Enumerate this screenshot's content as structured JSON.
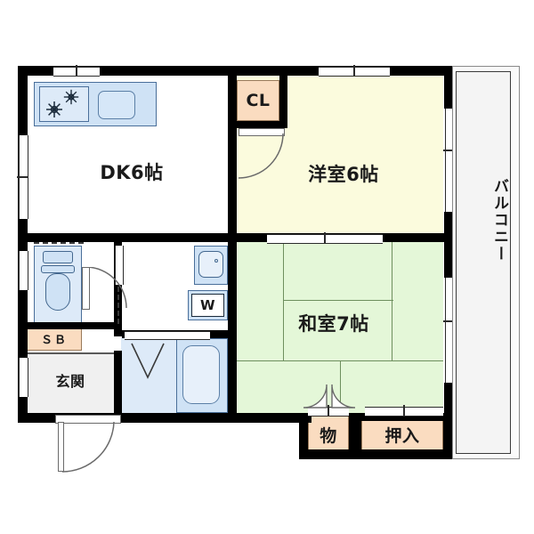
{
  "plan": {
    "type": "japanese-apartment-floorplan",
    "layout_name": "2DK",
    "background": "#ffffff",
    "wall_color": "#000000"
  },
  "colors": {
    "tatami_green": "#e4f7d8",
    "room_cream": "#fbfbdd",
    "closet_peach": "#fadcc0",
    "water_blue": "#ddeaf8",
    "fixture_blue": "#cfe2f5",
    "entry_gray": "#f0f0f0",
    "balcony_gray": "#f4f4f4",
    "wall_black": "#000000",
    "line_gray": "#6a6a6a"
  },
  "rooms": [
    {
      "id": "dk",
      "label": "DK6帖",
      "fill": "#ffffff",
      "font_size": 21
    },
    {
      "id": "youshitsu",
      "label": "洋室6帖",
      "fill": "#fbfbdd",
      "font_size": 21
    },
    {
      "id": "washitsu",
      "label": "和室7帖",
      "fill": "#e4f7d8",
      "font_size": 21
    },
    {
      "id": "genkan",
      "label": "玄関",
      "fill": "#f0f0f0",
      "font_size": 16
    }
  ],
  "storage": [
    {
      "id": "cl",
      "label": "CL",
      "fill": "#fadcc0",
      "font_size": 19
    },
    {
      "id": "oshiire",
      "label": "押入",
      "fill": "#fadcc0",
      "font_size": 19
    },
    {
      "id": "mono",
      "label": "物",
      "fill": "#fadcc0",
      "font_size": 19
    },
    {
      "id": "sb",
      "label": "ＳＢ",
      "fill": "#fadcc0",
      "font_size": 14
    }
  ],
  "fixtures": [
    {
      "id": "kitchen_counter",
      "label": "kitchen-counter"
    },
    {
      "id": "stove",
      "label": "gas-stove-2-burner"
    },
    {
      "id": "sink",
      "label": "kitchen-sink"
    },
    {
      "id": "toilet",
      "label": "toilet"
    },
    {
      "id": "washbasin",
      "label": "wash-basin"
    },
    {
      "id": "washer",
      "label": "W"
    },
    {
      "id": "bathtub",
      "label": "bathtub"
    }
  ],
  "balcony": {
    "label": "バルコニー",
    "font_size": 17,
    "fill": "#f4f4f4"
  },
  "annotations": {
    "washer_letter": "W",
    "shoebox_letter": "ＳＢ",
    "closet_letter": "CL"
  }
}
